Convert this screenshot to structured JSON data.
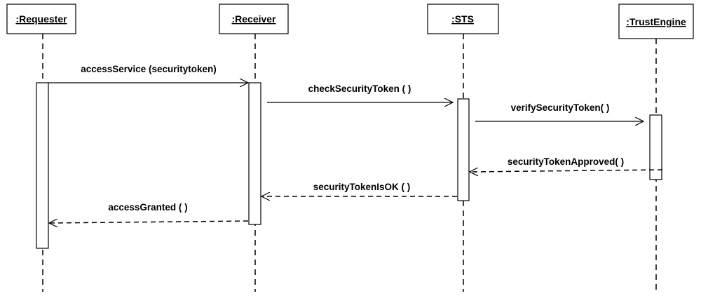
{
  "participants": [
    {
      "id": "requester",
      "name": ":Requester"
    },
    {
      "id": "receiver",
      "name": ":Receiver"
    },
    {
      "id": "sts",
      "name": ":STS"
    },
    {
      "id": "trustengine",
      "name": ":TrustEngine"
    }
  ],
  "messages": [
    {
      "id": "access-service",
      "label": "accessService (securitytoken)",
      "from": "requester",
      "to": "receiver",
      "kind": "call"
    },
    {
      "id": "check-security-token",
      "label": "checkSecurityToken ( )",
      "from": "receiver",
      "to": "sts",
      "kind": "call"
    },
    {
      "id": "verify-security-token",
      "label": "verifySecurityToken( )",
      "from": "sts",
      "to": "trustengine",
      "kind": "call"
    },
    {
      "id": "security-token-approved",
      "label": "securityTokenApproved( )",
      "from": "trustengine",
      "to": "sts",
      "kind": "return"
    },
    {
      "id": "security-token-is-ok",
      "label": "securityTokenIsOK ( )",
      "from": "sts",
      "to": "receiver",
      "kind": "return"
    },
    {
      "id": "access-granted",
      "label": "accessGranted ( )",
      "from": "receiver",
      "to": "requester",
      "kind": "return"
    }
  ],
  "colors": {
    "stroke": "#000000",
    "box_fill": "#ffffff"
  }
}
